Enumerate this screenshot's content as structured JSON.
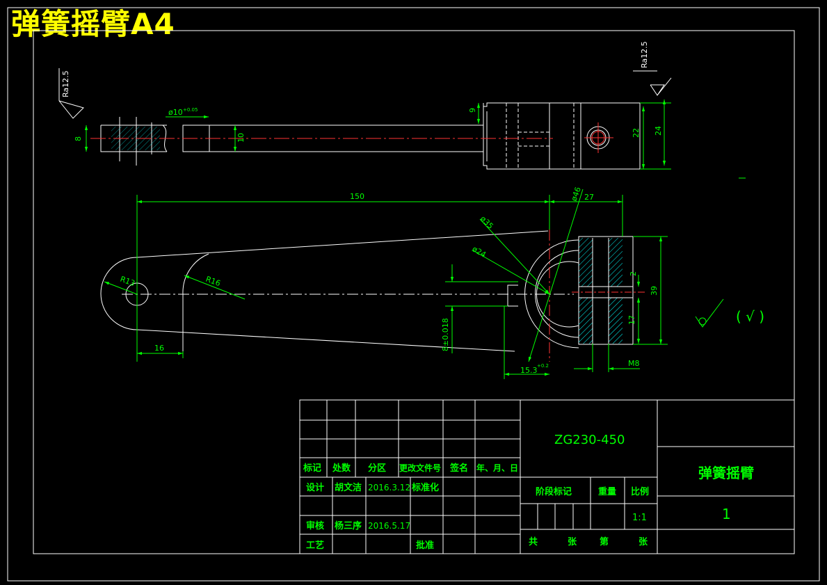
{
  "sheet_title": "弹簧摇臂A4",
  "view_top": {
    "roughness_left": "Ra12.5",
    "roughness_right": "Ra12.5",
    "dim_8": "8",
    "dim_pin_dia": "ø10",
    "dim_pin_tol": "+0.05",
    "dim_10": "10",
    "dim_9": "9",
    "dim_22": "22",
    "dim_24": "24"
  },
  "view_front": {
    "dim_150": "150",
    "dim_dia46": "ø46",
    "dim_27": "27",
    "dim_dia35": "ø35",
    "dim_dia24": "ø24",
    "dim_R13": "R13",
    "dim_R16": "R16",
    "dim_2": "2",
    "dim_39": "39",
    "dim_17": "17",
    "dim_8tol": "8±0.018",
    "dim_16": "16",
    "dim_15_3": "15.3",
    "dim_15_3_tol": "+0.2",
    "dim_M8": "M8",
    "roughness_note": "( √ )"
  },
  "title_block": {
    "col_mark": "标记",
    "col_qty": "处数",
    "col_zone": "分区",
    "col_docno": "更改文件号",
    "col_sign": "签名",
    "col_date": "年、月、日",
    "design_label": "设计",
    "designer": "胡文洁",
    "design_date": "2016.3.12",
    "standardize": "标准化",
    "review_label": "审核",
    "reviewer": "杨三序",
    "review_date": "2016.5.17",
    "process_label": "工艺",
    "approve_label": "批准",
    "material": "ZG230-450",
    "part_name": "弹簧摇臂",
    "stage_mark": "阶段标记",
    "weight": "重量",
    "scale_label": "比例",
    "scale_value": "1:1",
    "drawing_no": "1",
    "total_label": "共",
    "sheets_label": "张",
    "page_label": "第",
    "sheet_label2": "张"
  }
}
